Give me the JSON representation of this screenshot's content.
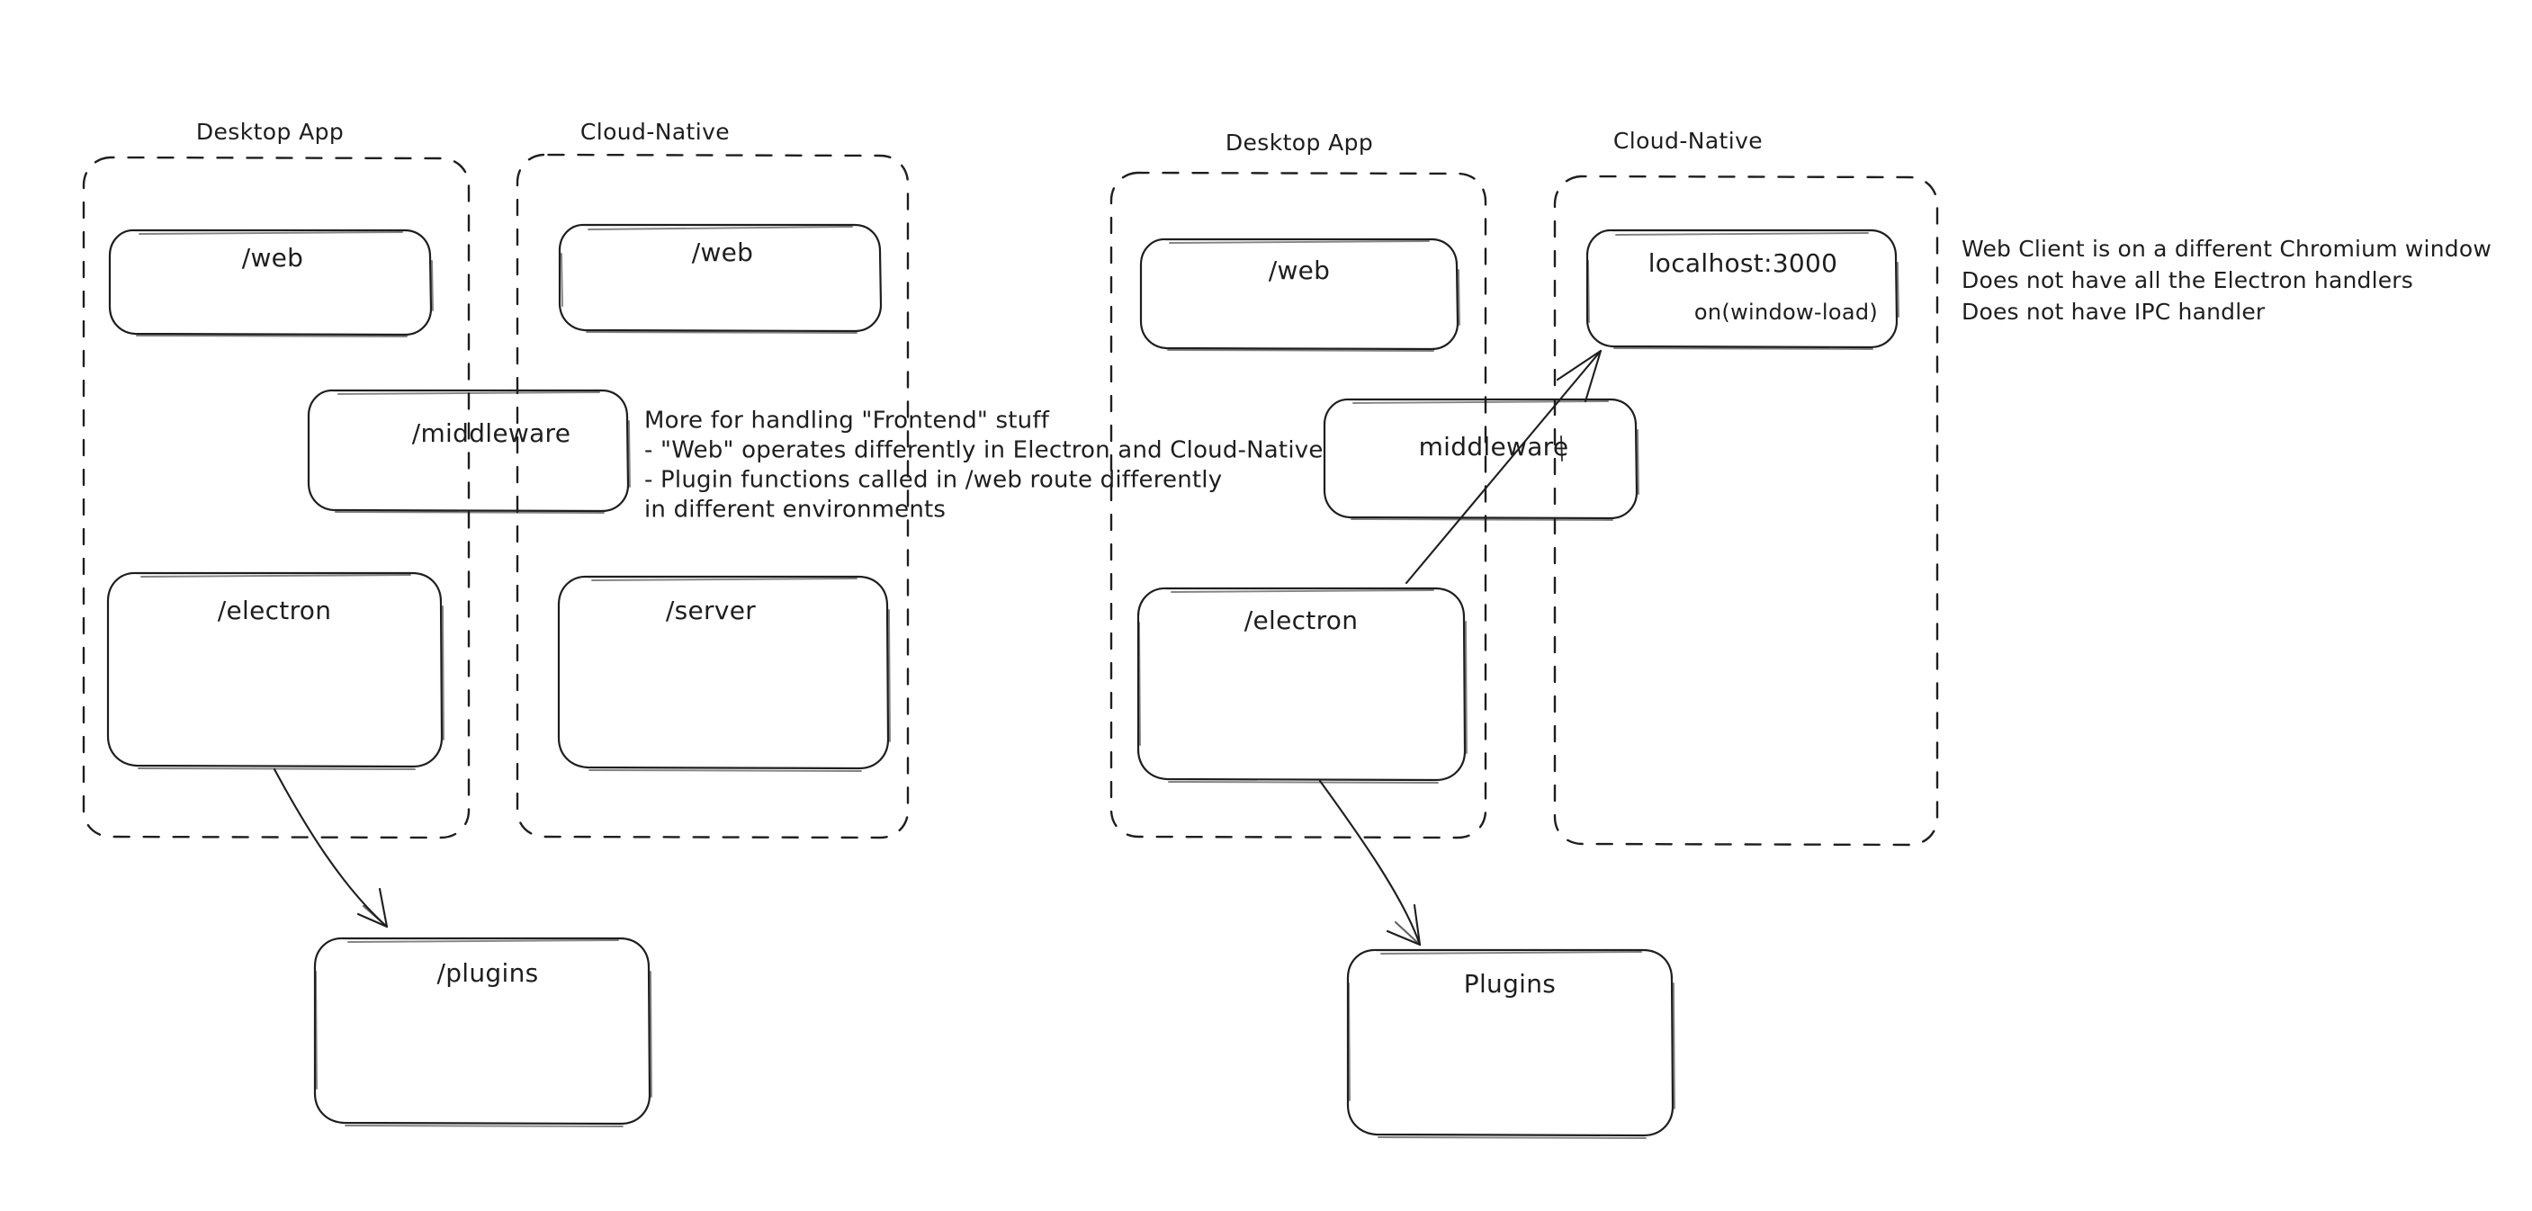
{
  "diagram": {
    "title": "Desktop App vs Cloud-Native architecture sketch",
    "background": "#ffffff",
    "colors": {
      "stroke": "#1e1e1e",
      "red": "#c9433a",
      "green": "#2f9e44"
    }
  },
  "left_cluster": {
    "groups": [
      {
        "id": "left-desktop-app",
        "label": "Desktop App"
      },
      {
        "id": "left-cloud-native",
        "label": "Cloud-Native"
      }
    ],
    "nodes": [
      {
        "id": "left-desktop-web",
        "label": "/web",
        "color": "#1e1e1e"
      },
      {
        "id": "left-cloud-web",
        "label": "/web",
        "color": "#1e1e1e"
      },
      {
        "id": "left-middleware",
        "label": "/middleware",
        "color": "#1e1e1e"
      },
      {
        "id": "left-electron",
        "label": "/electron",
        "color": "#1e1e1e"
      },
      {
        "id": "left-server",
        "label": "/server",
        "color": "#c9433a"
      },
      {
        "id": "left-plugins",
        "label": "/plugins",
        "color": "#1e1e1e"
      }
    ],
    "arrows": [
      {
        "id": "left-electron-to-plugins",
        "from": "left-electron",
        "to": "left-plugins"
      }
    ]
  },
  "right_cluster": {
    "groups": [
      {
        "id": "right-desktop-app",
        "label": "Desktop App"
      },
      {
        "id": "right-cloud-native",
        "label": "Cloud-Native"
      }
    ],
    "nodes": [
      {
        "id": "right-desktop-web",
        "label": "/web",
        "color": "#1e1e1e"
      },
      {
        "id": "right-localhost",
        "label": "localhost:3000",
        "sublabel": "on(window-load)",
        "color": "#1e1e1e",
        "sublabel_color": "#c9433a"
      },
      {
        "id": "right-middleware",
        "label": "middleware",
        "color": "#1e1e1e"
      },
      {
        "id": "right-electron",
        "label": "/electron",
        "color": "#1e1e1e"
      },
      {
        "id": "right-plugins",
        "label": "Plugins",
        "color": "#1e1e1e"
      }
    ],
    "arrows": [
      {
        "id": "right-electron-to-localhost",
        "from": "right-electron",
        "to": "right-localhost"
      },
      {
        "id": "right-electron-to-plugins",
        "from": "right-electron",
        "to": "right-plugins"
      }
    ]
  },
  "annotations": {
    "green_note": {
      "id": "frontend-note",
      "color": "#2f9e44",
      "lines": [
        "More for handling \"Frontend\" stuff",
        "- \"Web\" operates differently in Electron and Cloud-Native",
        "- Plugin functions called in /web route differently",
        "in different environments"
      ]
    },
    "red_note": {
      "id": "web-client-note",
      "color": "#c9433a",
      "lines": [
        "Web Client is on a different Chromium window",
        "Does not have all the Electron handlers",
        "Does not have IPC handler"
      ]
    }
  }
}
